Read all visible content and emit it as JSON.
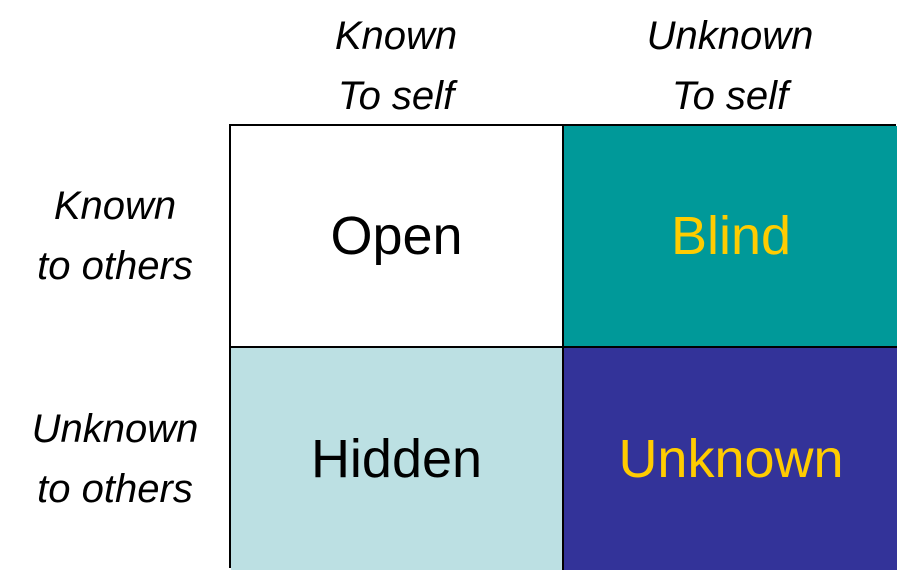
{
  "columns": [
    {
      "line1": "Known",
      "line2": "To self"
    },
    {
      "line1": "Unknown",
      "line2": "To self"
    }
  ],
  "rows": [
    {
      "line1": "Known",
      "line2": "to others"
    },
    {
      "line1": "Unknown",
      "line2": "to others"
    }
  ],
  "cells": [
    {
      "label": "Open",
      "bg": "#ffffff",
      "color": "#000000"
    },
    {
      "label": "Blind",
      "bg": "#009999",
      "color": "#ffcc00"
    },
    {
      "label": "Hidden",
      "bg": "#bce0e3",
      "color": "#000000"
    },
    {
      "label": "Unknown",
      "bg": "#333399",
      "color": "#ffcc00"
    }
  ]
}
